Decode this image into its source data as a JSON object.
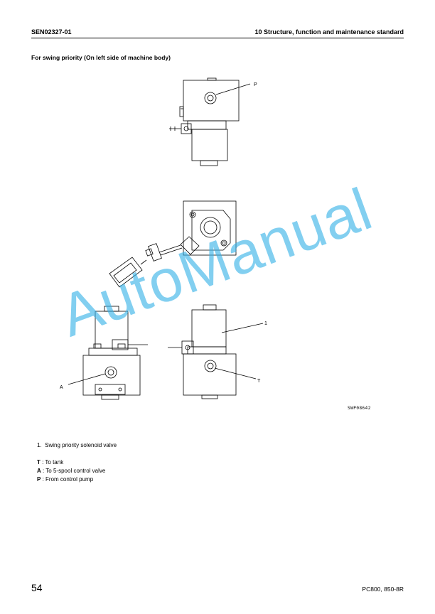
{
  "header": {
    "doc_code": "SEN02327-01",
    "section": "10 Structure, function and maintenance standard"
  },
  "section_title": "For swing priority (On left side of machine body)",
  "figure": {
    "callouts": {
      "p": "P",
      "a": "A",
      "t": "T",
      "one": "1"
    },
    "code": "SWP08642"
  },
  "parts": [
    {
      "number": "1.",
      "label": "Swing priority solenoid valve"
    }
  ],
  "legend": [
    {
      "key": "T",
      "text": " : To tank"
    },
    {
      "key": "A",
      "text": " : To 5-spool control valve"
    },
    {
      "key": "P",
      "text": " : From control pump"
    }
  ],
  "footer": {
    "page": "54",
    "model": "PC800, 850-8R"
  },
  "watermark": "AutoManual"
}
